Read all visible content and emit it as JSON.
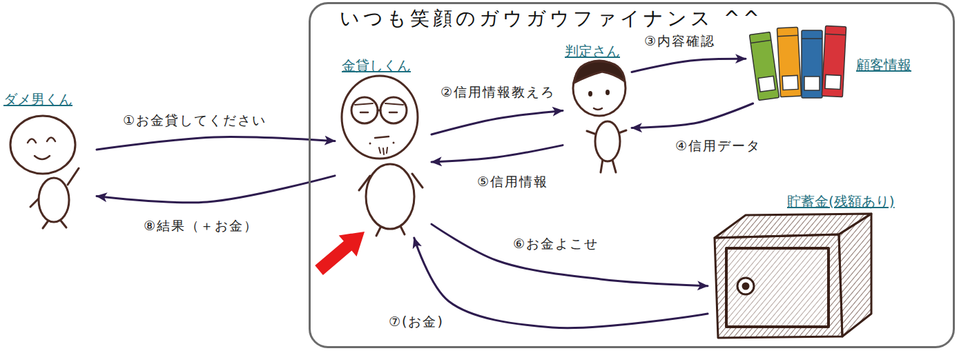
{
  "diagram": {
    "nodes": [
      {
        "text": [
          "ダメ男くん"
        ]
      },
      {
        "text": [
          "いつも笑顔のガウガウファイナンス ^^"
        ]
      },
      {
        "text": [
          "金貸しくん"
        ],
        "in": 1
      },
      {
        "text": [
          "判定さん"
        ],
        "in": 1
      },
      {
        "text": [
          "顧客情報"
        ],
        "in": 1
      },
      {
        "text": [
          "貯蓄金(残額あり)"
        ],
        "in": 1
      }
    ],
    "edges": [
      {
        "from": 0,
        "to": 2,
        "arrow": "to",
        "label": "①お金貸してください"
      },
      {
        "from": 2,
        "to": 3,
        "arrow": "to",
        "label": "②信用情報教えろ"
      },
      {
        "from": 3,
        "to": 4,
        "arrow": "to",
        "label": "③内容確認"
      },
      {
        "from": 4,
        "to": 3,
        "arrow": "to",
        "label": "④信用データ"
      },
      {
        "from": 3,
        "to": 2,
        "arrow": "to",
        "label": "⑤信用情報"
      },
      {
        "from": 2,
        "to": 5,
        "arrow": "to",
        "label": "⑥お金よこせ"
      },
      {
        "from": 5,
        "to": 2,
        "arrow": "to",
        "label": "⑦(お金)"
      },
      {
        "from": 2,
        "to": 0,
        "arrow": "to",
        "label": "⑧結果（＋お金）"
      }
    ]
  }
}
